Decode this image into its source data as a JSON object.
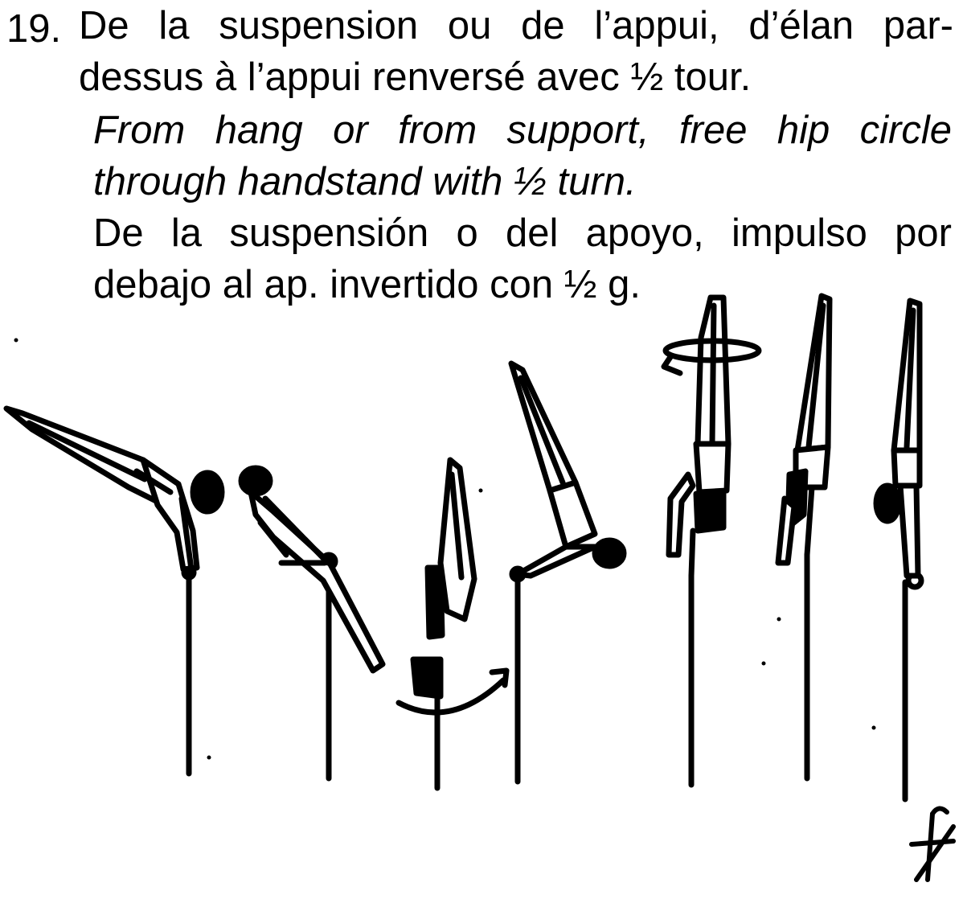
{
  "element": {
    "number": "19.",
    "french": {
      "line1": "De la suspension ou de l’appui, d’élan par-",
      "line2": "dessus à l’appui renversé avec ½ tour."
    },
    "english": {
      "line1": "From hang or from support, free hip circle",
      "line2": "through handstand with ½ turn."
    },
    "spanish": {
      "line1": "De la suspensión o del apoyo, impulso por",
      "line2": "debajo al ap. invertido con ½ g."
    }
  },
  "illustration": {
    "icon": "gymnast-sequence-illustration",
    "figures": 7,
    "symbol_icon": "f-difficulty-symbol"
  },
  "colors": {
    "ink": "#000000",
    "paper": "#ffffff"
  }
}
